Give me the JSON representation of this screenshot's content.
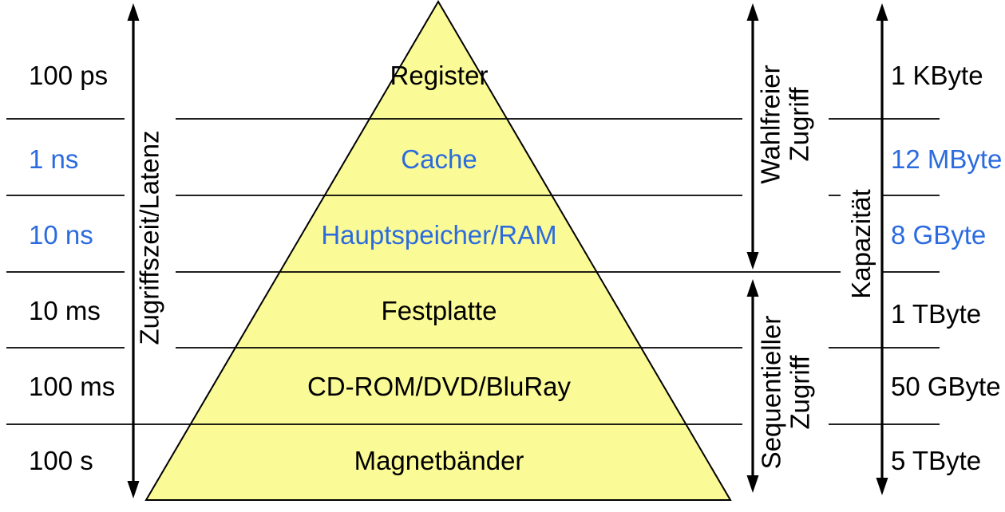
{
  "levels": [
    {
      "label": "Register",
      "time": "100 ps",
      "capacity": "1 KByte",
      "highlight": false
    },
    {
      "label": "Cache",
      "time": "1 ns",
      "capacity": "12 MByte",
      "highlight": true
    },
    {
      "label": "Hauptspeicher/RAM",
      "time": "10 ns",
      "capacity": "8 GByte",
      "highlight": true
    },
    {
      "label": "Festplatte",
      "time": "10 ms",
      "capacity": "1 TByte",
      "highlight": false
    },
    {
      "label": "CD-ROM/DVD/BluRay",
      "time": "100 ms",
      "capacity": "50 GByte",
      "highlight": false
    },
    {
      "label": "Magnetbänder",
      "time": "100 s",
      "capacity": "5 TByte",
      "highlight": false
    }
  ],
  "axis_labels": {
    "latency": "Zugriffszeit/Latenz",
    "random_access": {
      "line1": "Wahlfreier",
      "line2": "Zugriff"
    },
    "sequential_access": {
      "line1": "Sequentieller",
      "line2": "Zugriff"
    },
    "capacity": "Kapazität"
  },
  "colors": {
    "highlight_blue": "#2b6bdf",
    "pyramid_fill": "#fafa96",
    "line_black": "#000000"
  }
}
